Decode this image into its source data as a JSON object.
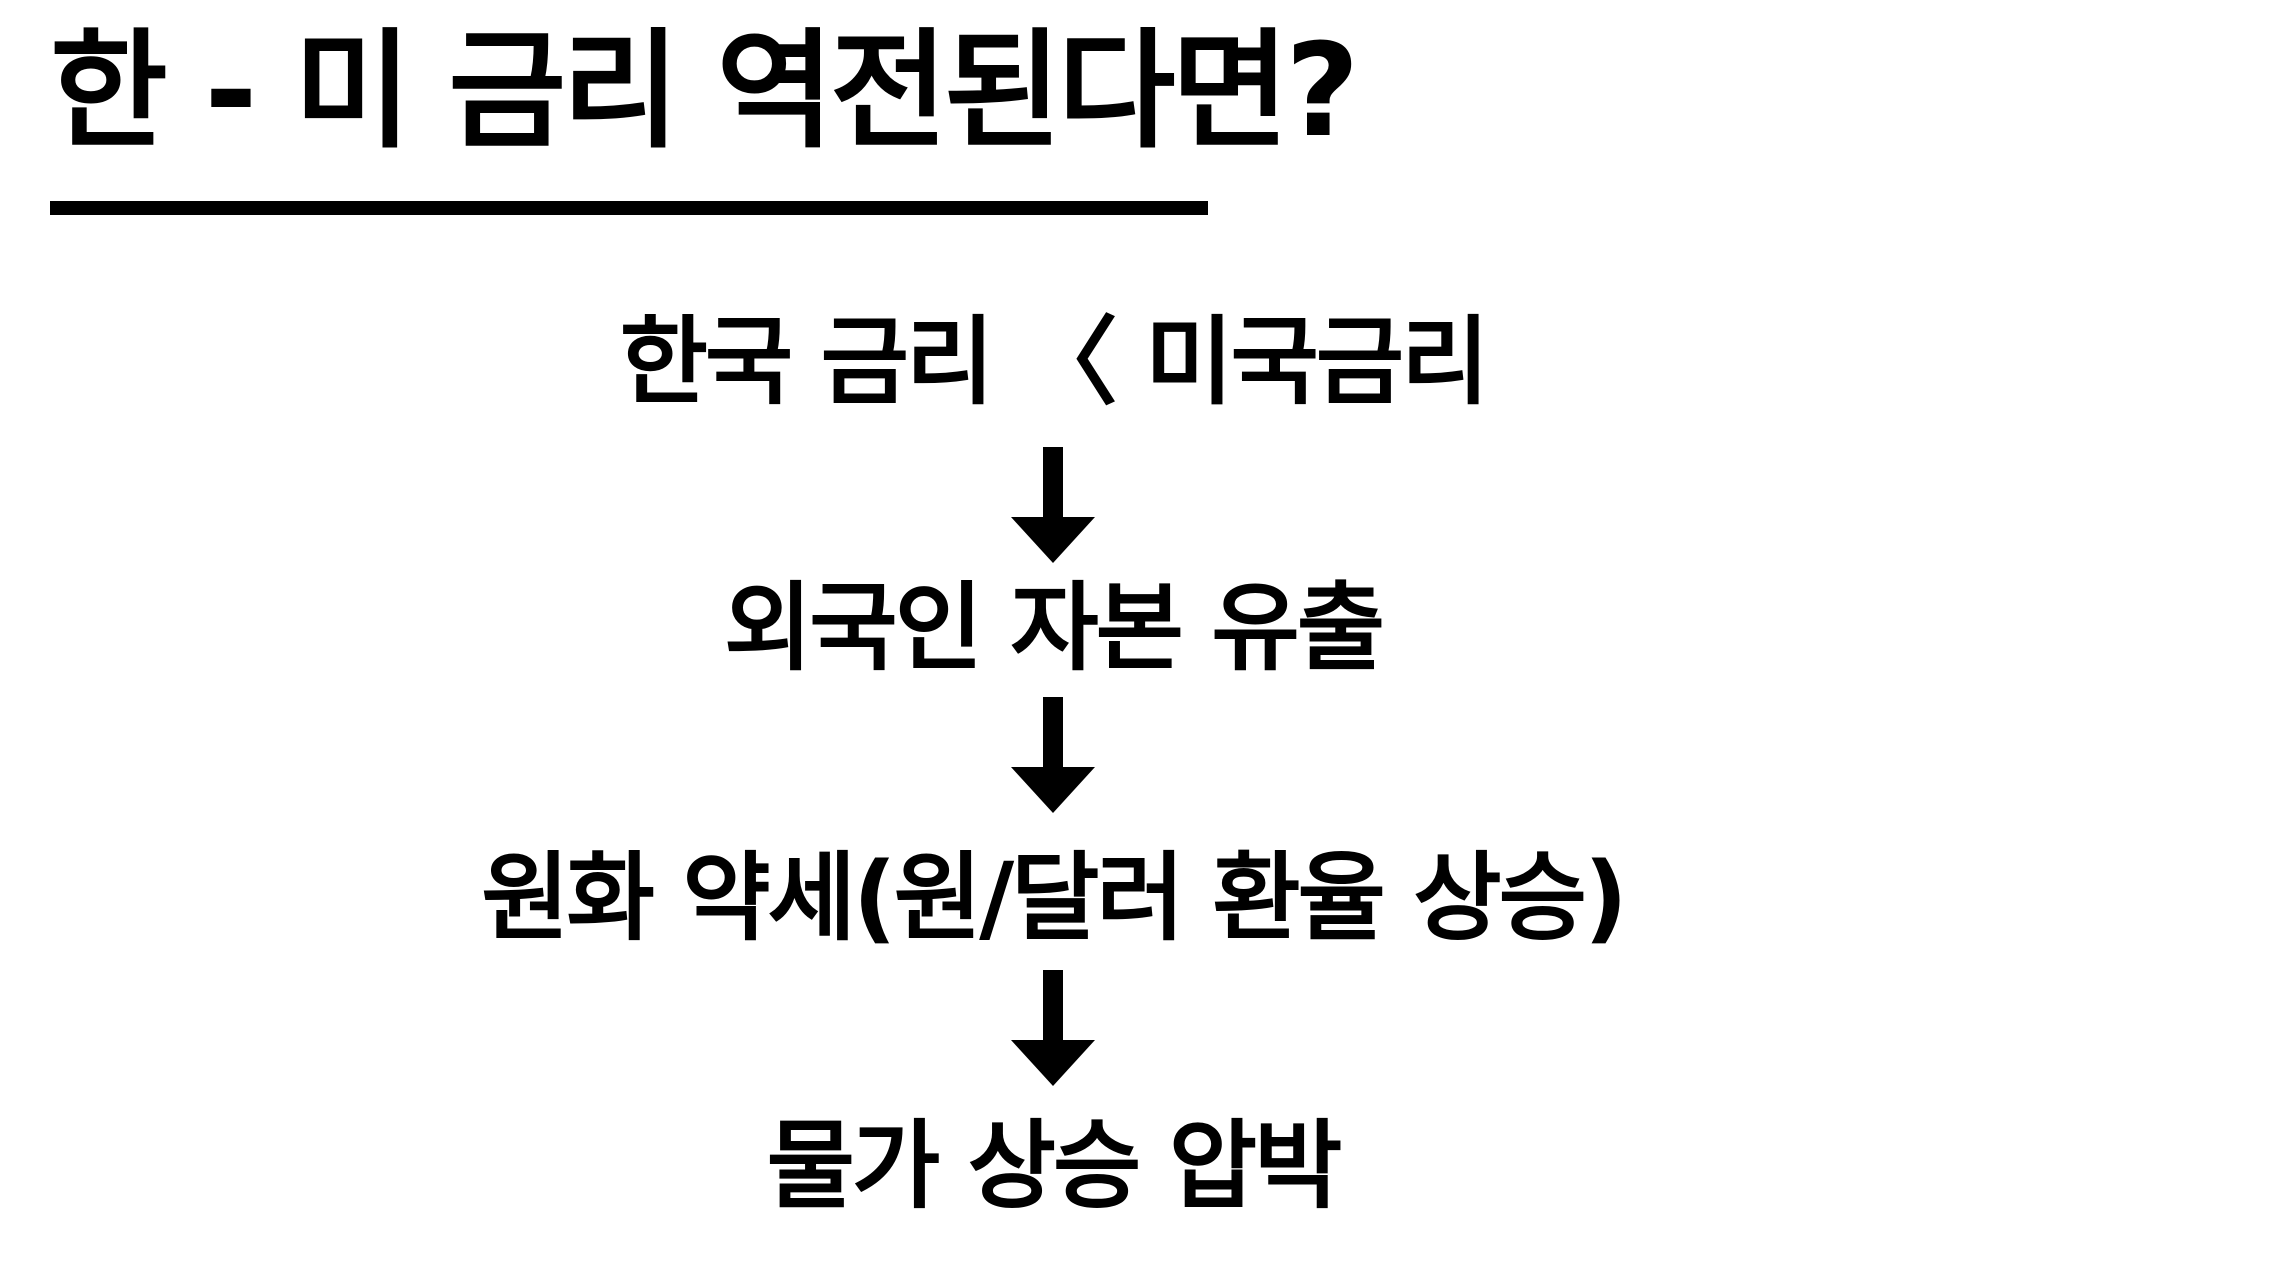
{
  "page": {
    "background": "#ffffff",
    "ink": "#000000"
  },
  "title": {
    "text": "한 - 미 금리 역전된다면?",
    "underlined": true
  },
  "flow": {
    "arrow_icon": "down-arrow",
    "steps": [
      {
        "label": "한국 금리 〈 미국금리"
      },
      {
        "label": "외국인 자본 유출"
      },
      {
        "label": "원화 약세(원/달러 환율 상승)"
      },
      {
        "label": "물가 상승 압박"
      }
    ]
  }
}
